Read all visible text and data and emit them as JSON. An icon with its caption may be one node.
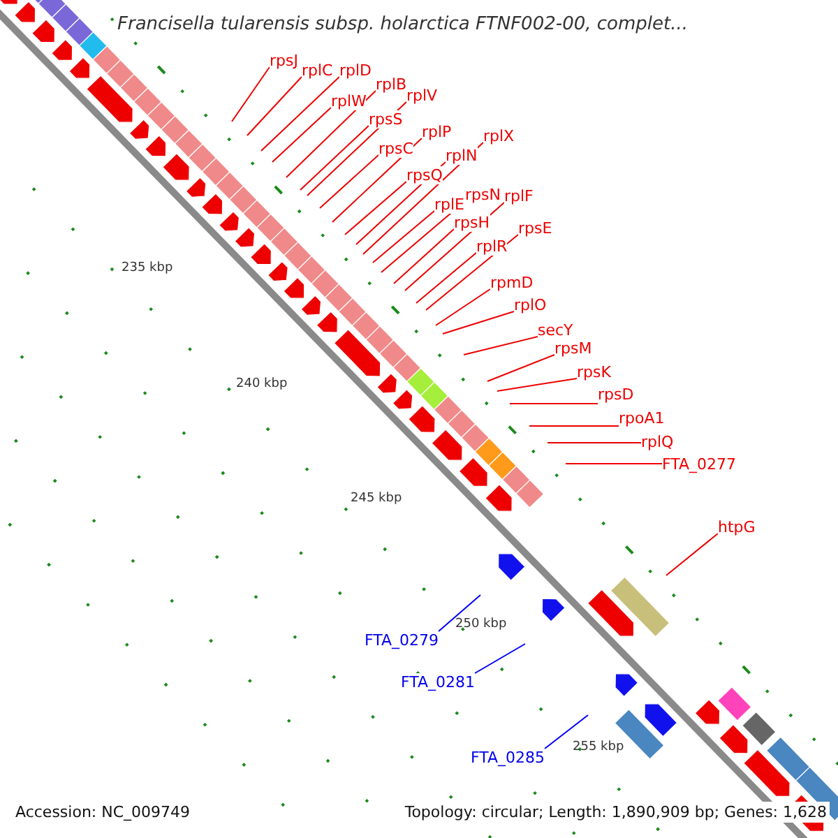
{
  "diagram": {
    "title": "Francisella tularensis subsp. holarctica FTNF002-00, complet...",
    "nodes": [
      {
        "text": [
          "rpsJ"
        ]
      },
      {
        "text": [
          "rplC"
        ]
      },
      {
        "text": [
          "rplD"
        ]
      },
      {
        "text": [
          "rplB"
        ]
      },
      {
        "text": [
          "rplW"
        ]
      },
      {
        "text": [
          "rplV"
        ]
      },
      {
        "text": [
          "rpsS"
        ]
      },
      {
        "text": [
          "rpsC"
        ]
      },
      {
        "text": [
          "rplP"
        ]
      },
      {
        "text": [
          "rpsQ"
        ]
      },
      {
        "text": [
          "rplN"
        ]
      },
      {
        "text": [
          "rplX"
        ]
      },
      {
        "text": [
          "rplE"
        ]
      },
      {
        "text": [
          "rpsN"
        ]
      },
      {
        "text": [
          "rplF"
        ]
      },
      {
        "text": [
          "rpsH"
        ]
      },
      {
        "text": [
          "rplR"
        ]
      },
      {
        "text": [
          "rpsE"
        ]
      },
      {
        "text": [
          "rpmD"
        ]
      },
      {
        "text": [
          "rplO"
        ]
      },
      {
        "text": [
          "secY"
        ]
      },
      {
        "text": [
          "rpsM"
        ]
      },
      {
        "text": [
          "rpsK"
        ]
      },
      {
        "text": [
          "rpsD"
        ]
      },
      {
        "text": [
          "rpoA1"
        ]
      },
      {
        "text": [
          "rplQ"
        ]
      },
      {
        "text": [
          "FTA_0277"
        ]
      },
      {
        "text": [
          "htpG"
        ]
      },
      {
        "text": [
          "FTA_0279"
        ]
      },
      {
        "text": [
          "FTA_0281"
        ]
      },
      {
        "text": [
          "FTA_0285"
        ]
      }
    ],
    "edges": [
      {
        "from": 0,
        "to": null,
        "arrow": "none"
      },
      {
        "from": 1,
        "to": null,
        "arrow": "none"
      },
      {
        "from": 2,
        "to": null,
        "arrow": "none"
      },
      {
        "from": 3,
        "to": null,
        "arrow": "none"
      },
      {
        "from": 4,
        "to": null,
        "arrow": "none"
      },
      {
        "from": 5,
        "to": null,
        "arrow": "none"
      },
      {
        "from": 6,
        "to": null,
        "arrow": "none"
      },
      {
        "from": 7,
        "to": null,
        "arrow": "none"
      },
      {
        "from": 8,
        "to": null,
        "arrow": "none"
      },
      {
        "from": 9,
        "to": null,
        "arrow": "none"
      },
      {
        "from": 10,
        "to": null,
        "arrow": "none"
      },
      {
        "from": 11,
        "to": null,
        "arrow": "none"
      },
      {
        "from": 12,
        "to": null,
        "arrow": "none"
      },
      {
        "from": 13,
        "to": null,
        "arrow": "none"
      },
      {
        "from": 14,
        "to": null,
        "arrow": "none"
      },
      {
        "from": 15,
        "to": null,
        "arrow": "none"
      },
      {
        "from": 16,
        "to": null,
        "arrow": "none"
      },
      {
        "from": 17,
        "to": null,
        "arrow": "none"
      },
      {
        "from": 18,
        "to": null,
        "arrow": "none"
      },
      {
        "from": 19,
        "to": null,
        "arrow": "none"
      },
      {
        "from": 20,
        "to": null,
        "arrow": "none"
      },
      {
        "from": 21,
        "to": null,
        "arrow": "none"
      },
      {
        "from": 22,
        "to": null,
        "arrow": "none"
      },
      {
        "from": 23,
        "to": null,
        "arrow": "none"
      },
      {
        "from": 24,
        "to": null,
        "arrow": "none"
      },
      {
        "from": 25,
        "to": null,
        "arrow": "none"
      },
      {
        "from": 26,
        "to": null,
        "arrow": "none"
      },
      {
        "from": 27,
        "to": null,
        "arrow": "none"
      },
      {
        "from": 28,
        "to": null,
        "arrow": "none",
        "color": "#0000ff"
      },
      {
        "from": 29,
        "to": null,
        "arrow": "none",
        "color": "#0000ff"
      },
      {
        "from": 30,
        "to": null,
        "arrow": "none",
        "color": "#0000ff"
      }
    ],
    "labels": [
      "235 kbp",
      "240 kbp",
      "245 kbp",
      "250 kbp",
      "255 kbp",
      "Accession: NC_009749",
      "Topology: circular; Length: 1,890,909 bp; Genes: 1,628"
    ]
  }
}
